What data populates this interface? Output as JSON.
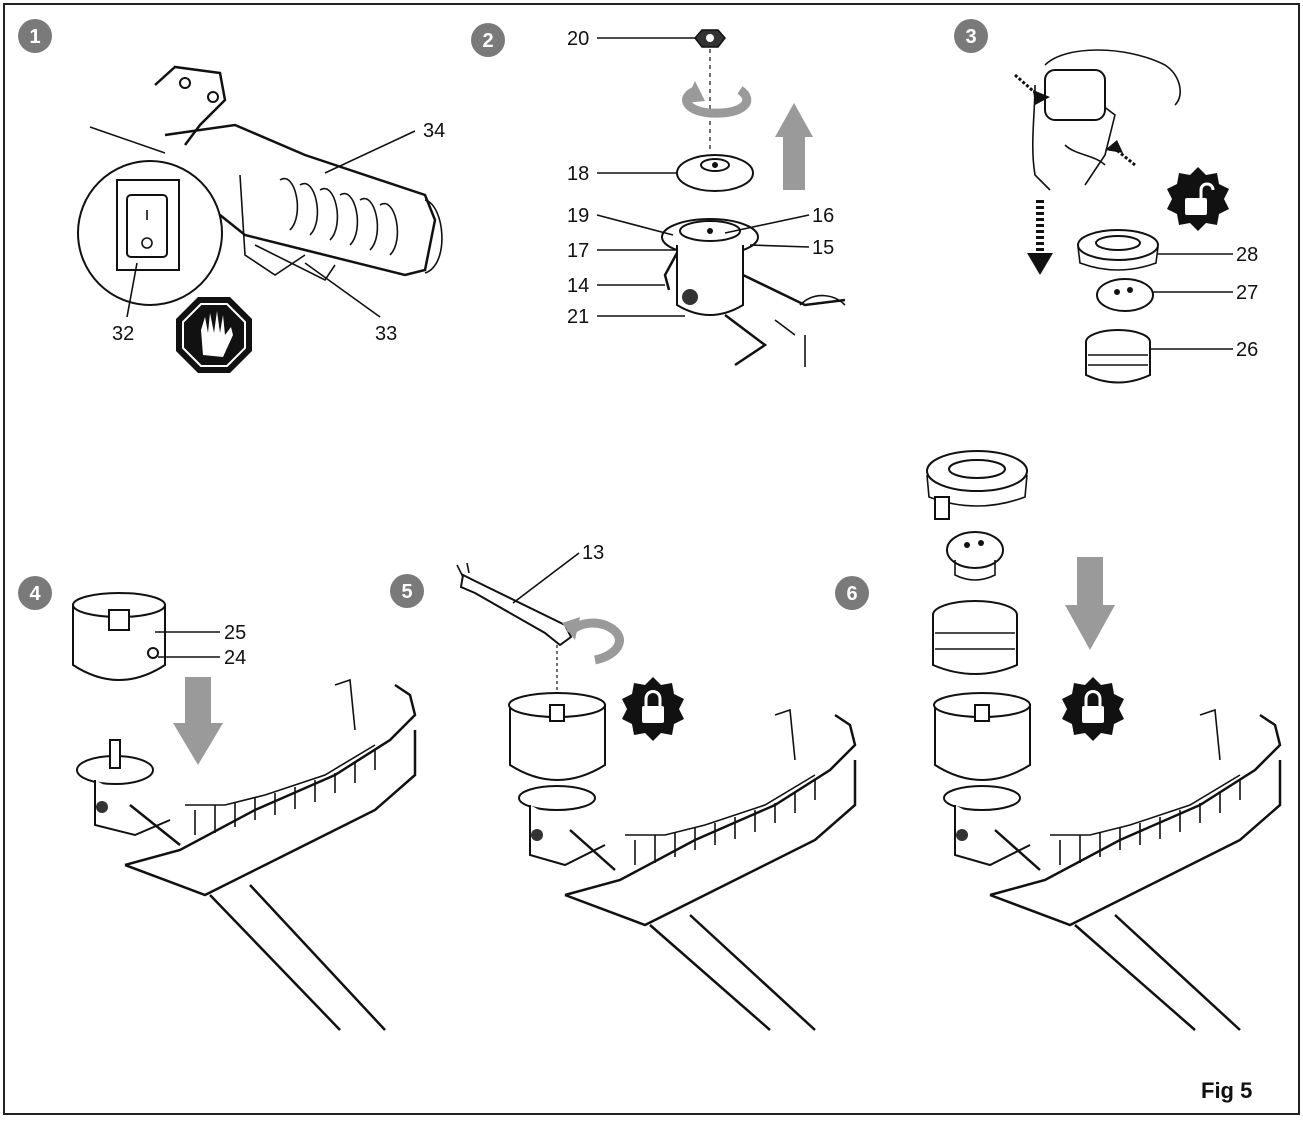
{
  "steps": [
    {
      "number": "1",
      "labels": [
        "34",
        "32",
        "33"
      ]
    },
    {
      "number": "2",
      "labels": [
        "20",
        "18",
        "19",
        "16",
        "17",
        "15",
        "14",
        "21"
      ]
    },
    {
      "number": "3",
      "labels": [
        "28",
        "27",
        "26"
      ]
    },
    {
      "number": "4",
      "labels": [
        "25",
        "24"
      ]
    },
    {
      "number": "5",
      "labels": [
        "13"
      ]
    },
    {
      "number": "6",
      "labels": []
    }
  ],
  "figure_caption": "Fig 5",
  "icons": {
    "stop": "stop-hand-icon",
    "unlock": "unlock-icon",
    "lock": "lock-icon",
    "rotate": "rotate-arrow-icon",
    "arrow_up": "arrow-up-icon",
    "arrow_down": "arrow-down-icon"
  },
  "colors": {
    "badge": "#7a7a7a",
    "arrow": "#9a9a9a",
    "line": "#111111"
  }
}
